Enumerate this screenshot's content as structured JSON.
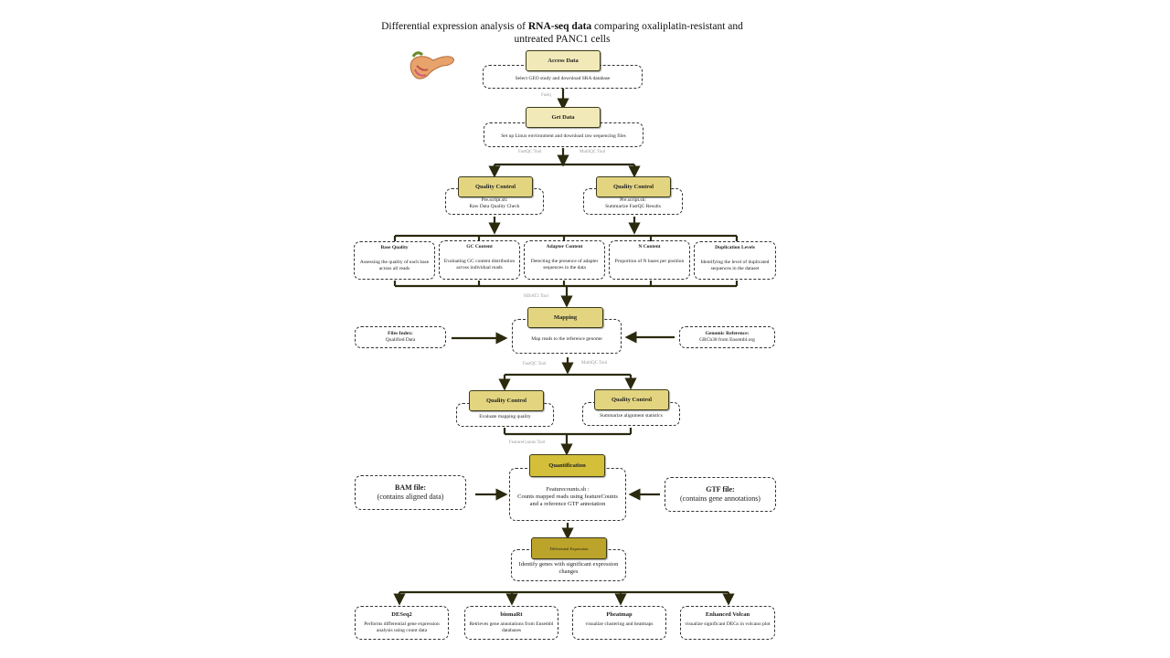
{
  "title": {
    "pre": "Differential expression analysis of ",
    "bold": "RNA-seq data",
    "post": " comparing oxaliplatin-resistant and untreated PANC1 cells"
  },
  "steps": {
    "access": {
      "label": "Access Data",
      "desc": "Select GEO study and download SRA database"
    },
    "get": {
      "label": "Get Data",
      "desc": "Set up Linux environment and download raw sequencing files"
    },
    "qc_left": {
      "label": "Quality Control",
      "line1": "Pre.script.sh:",
      "line2": "Raw Data Quality Check"
    },
    "qc_right": {
      "label": "Quality Control",
      "line1": "Pre.script.sh:",
      "line2": "Summarize FastQC Results"
    },
    "mapping": {
      "label": "Mapping",
      "desc": "Map reads to the reference genome"
    },
    "qc2_left": {
      "label": "Quality Control",
      "desc": "Evaluate mapping quality"
    },
    "qc2_right": {
      "label": "Quality Control",
      "desc": "Summarize alignment statistics"
    },
    "quant": {
      "label": "Quantification",
      "line1": "Featurecounts.sh :",
      "line2": "Counts mapped reads using featureCounts and a reference GTF annotation"
    },
    "de": {
      "label": "Differential Expression",
      "desc": "Identify genes with significant expression changes"
    }
  },
  "metrics": [
    {
      "title": "Base Quality",
      "desc": "Assessing the quality of each base across all reads"
    },
    {
      "title": "GC Content",
      "desc": "Evaluating GC content distribution across individual reads"
    },
    {
      "title": "Adapter Content",
      "desc": "Detecting the presence of adapter sequences in the data"
    },
    {
      "title": "N Content",
      "desc": "Proportion of N bases per position"
    },
    {
      "title": "Duplication Levels",
      "desc": "Identifying the level of duplicated sequences in the dataset"
    }
  ],
  "inputs": {
    "files_index": {
      "title": "Files Index:",
      "desc": "Qualified Data"
    },
    "genomic_ref": {
      "title": "Genomic Reference:",
      "desc": "GRCh38 from Ensembl.org"
    },
    "bam": {
      "title": "BAM file:",
      "desc": "(contains aligned data)"
    },
    "gtf": {
      "title": "GTF file:",
      "desc": "(contains gene annotations)"
    }
  },
  "tools": {
    "fastq": "Fastq",
    "fastqc1": "FastQC Tool",
    "multiqc1": "MultiQC Tool",
    "hisat2": "HISAT2 Tool",
    "fastqc2": "FastQC Tool",
    "multiqc2": "MultiQC Tool",
    "featurecounts": "FeatureCounts Tool"
  },
  "outputs": [
    {
      "title": "DESeq2",
      "desc": "Performs differential gene expression analysis using count data"
    },
    {
      "title": "biomaRt",
      "desc": "Retrieves gene annotations from Ensembl databases"
    },
    {
      "title": "Pheatmap",
      "desc": "visualize clustering and heatmaps"
    },
    {
      "title": "Enhanced Volcan",
      "desc": "visualize significant DEGs in volcano plot"
    }
  ],
  "colors": {
    "line": "#2b2a0e",
    "level1": "#f2e9b8",
    "level2": "#e3d580",
    "level3": "#d4bf3a",
    "level4": "#bca42a"
  }
}
